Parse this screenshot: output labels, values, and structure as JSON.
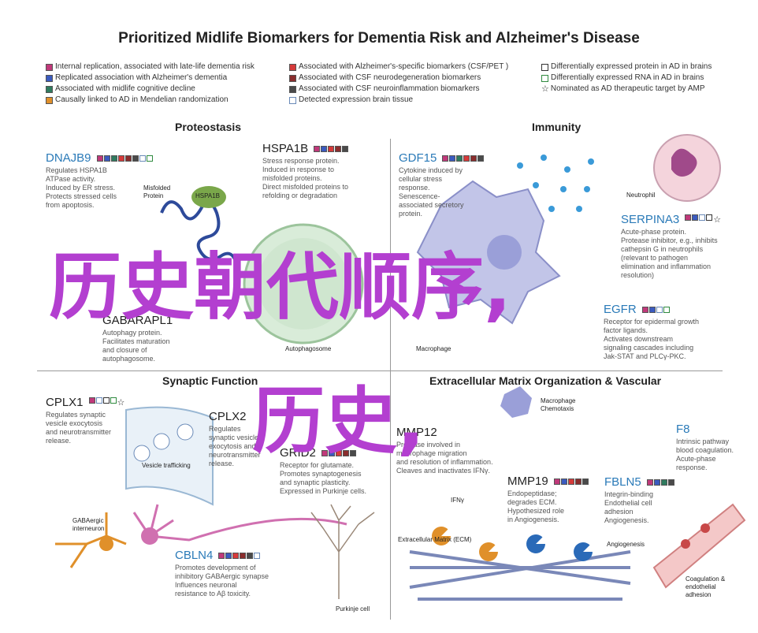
{
  "title": "Prioritized Midlife Biomarkers for Dementia Risk and Alzheimer's Disease",
  "colors": {
    "internal_replication": "#c0397a",
    "replicated_association": "#3b5bbf",
    "cognitive_decline": "#2f7b5f",
    "mendelian": "#e0902a",
    "csf_pet": "#d63a3a",
    "neurodegeneration": "#8a2d2d",
    "neuroinflammation": "#4a4a4a",
    "brain_tissue": "#ffffff",
    "diff_protein": "#ffffff",
    "diff_rna": "#ffffff",
    "gene_blue": "#2a7ab8",
    "overlay": "#b33fd0"
  },
  "legend": {
    "col1": [
      {
        "label": "Internal replication, associated with late-life dementia risk",
        "color": "#c0397a"
      },
      {
        "label": "Replicated association with Alzheimer's dementia",
        "color": "#3b5bbf"
      },
      {
        "label": "Associated with midlife cognitive decline",
        "color": "#2f7b5f"
      },
      {
        "label": "Causally linked to AD in Mendelian randomization",
        "color": "#e0902a"
      }
    ],
    "col2": [
      {
        "label": "Associated with Alzheimer's-specific biomarkers (CSF/PET )",
        "color": "#d63a3a"
      },
      {
        "label": "Associated with CSF neurodegeneration biomarkers",
        "color": "#8a2d2d"
      },
      {
        "label": "Associated with CSF neuroinflammation biomarkers",
        "color": "#4a4a4a"
      },
      {
        "label": "Detected expression brain tissue",
        "color": "#ffffff"
      }
    ],
    "col3": [
      {
        "label": "Differentially expressed protein in AD in brains",
        "color": "#ffffff"
      },
      {
        "label": "Differentially expressed RNA in AD in brains",
        "color": "#ffffff"
      },
      {
        "label": "Nominated as AD therapeutic target by AMP",
        "icon": "star-icon"
      }
    ]
  },
  "sections": {
    "proteostasis": "Proteostasis",
    "immunity": "Immunity",
    "synaptic": "Synaptic Function",
    "ecm": "Extracellular Matrix Organization & Vascular"
  },
  "genes": {
    "dnajb9": {
      "name": "DNAJB9",
      "desc": [
        "Regulates HSPA1B",
        "ATPase activity.",
        "Induced by ER stress.",
        "Protects stressed cells",
        "from apoptosis."
      ]
    },
    "hspa1b": {
      "name": "HSPA1B",
      "desc": [
        "Stress response protein.",
        "Induced in response to",
        "misfolded proteins.",
        "Direct misfolded proteins to",
        "refolding or degradation"
      ]
    },
    "gabarapl1": {
      "name": "GABARAPL1",
      "desc": [
        "Autophagy protein.",
        "Facilitates maturation",
        "and closure of",
        "autophagosome."
      ]
    },
    "gdf15": {
      "name": "GDF15",
      "desc": [
        "Cytokine induced by",
        "cellular stress",
        "response.",
        "Senescence-",
        "associated secretory",
        "protein."
      ]
    },
    "serpina3": {
      "name": "SERPINA3",
      "desc": [
        "Acute-phase protein.",
        "Protease inhibitor, e.g., inhibits",
        "cathepsin G in neutrophils",
        "(relevant to pathogen",
        "elimination and inflammation",
        "resolution)"
      ]
    },
    "egfr": {
      "name": "EGFR",
      "desc": [
        "Receptor for epidermal growth",
        "factor ligands.",
        "Activates downstream",
        "signaling cascades including",
        "Jak-STAT and PLCγ-PKC."
      ]
    },
    "cplx1": {
      "name": "CPLX1",
      "desc": [
        "Regulates synaptic",
        "vesicle exocytosis",
        "and neurotransmitter",
        "release."
      ]
    },
    "cplx2": {
      "name": "CPLX2",
      "desc": [
        "Regulates",
        "synaptic vesicle",
        "exocytosis and",
        "neurotransmitter",
        "release."
      ]
    },
    "grid2": {
      "name": "GRID2",
      "desc": [
        "Receptor for glutamate.",
        "Promotes synaptogenesis",
        "and synaptic plasticity.",
        "Expressed in Purkinje cells."
      ]
    },
    "cbln4": {
      "name": "CBLN4",
      "desc": [
        "Promotes development of",
        "inhibitory GABAergic synapse",
        "Influences neuronal",
        "resistance to Aβ toxicity."
      ]
    },
    "mmp12": {
      "name": "MMP12",
      "desc": [
        "Protease involved in",
        "macrophage migration",
        "and resolution of inflammation.",
        "Cleaves and inactivates IFNγ."
      ]
    },
    "mmp19": {
      "name": "MMP19",
      "desc": [
        "Endopeptidase;",
        "degrades ECM.",
        "Hypothesized role",
        "in Angiogenesis."
      ]
    },
    "f8": {
      "name": "F8",
      "desc": [
        "Intrinsic pathway",
        "blood coagulation.",
        "Acute-phase",
        "response."
      ]
    },
    "fbln5": {
      "name": "FBLN5",
      "desc": [
        "Integrin-binding",
        "Endothelial cell",
        "adhesion",
        "Angiogenesis."
      ]
    }
  },
  "labels": {
    "misfolded_protein": "Misfolded\nProtein",
    "hspa1b_blob": "HSPA1B",
    "autophagosome": "Autophagosome",
    "neutrophil": "Neutrophil",
    "macrophage": "Macrophage",
    "vesicle_trafficking": "Vesicle trafficking",
    "gabaergic": "GABAergic\ninterneuron",
    "purkinje": "Purkinje cell",
    "macrophage_chemotaxis": "Macrophage\nChemotaxis",
    "ifng": "IFNγ",
    "ecm": "Extracellular Matrix (ECM)",
    "angiogenesis": "Angiogenesis",
    "coagulation": "Coagulation &\nendothelial\nadhesion"
  },
  "overlay": {
    "line1": "历史朝代顺序,",
    "line2": "历史,"
  }
}
